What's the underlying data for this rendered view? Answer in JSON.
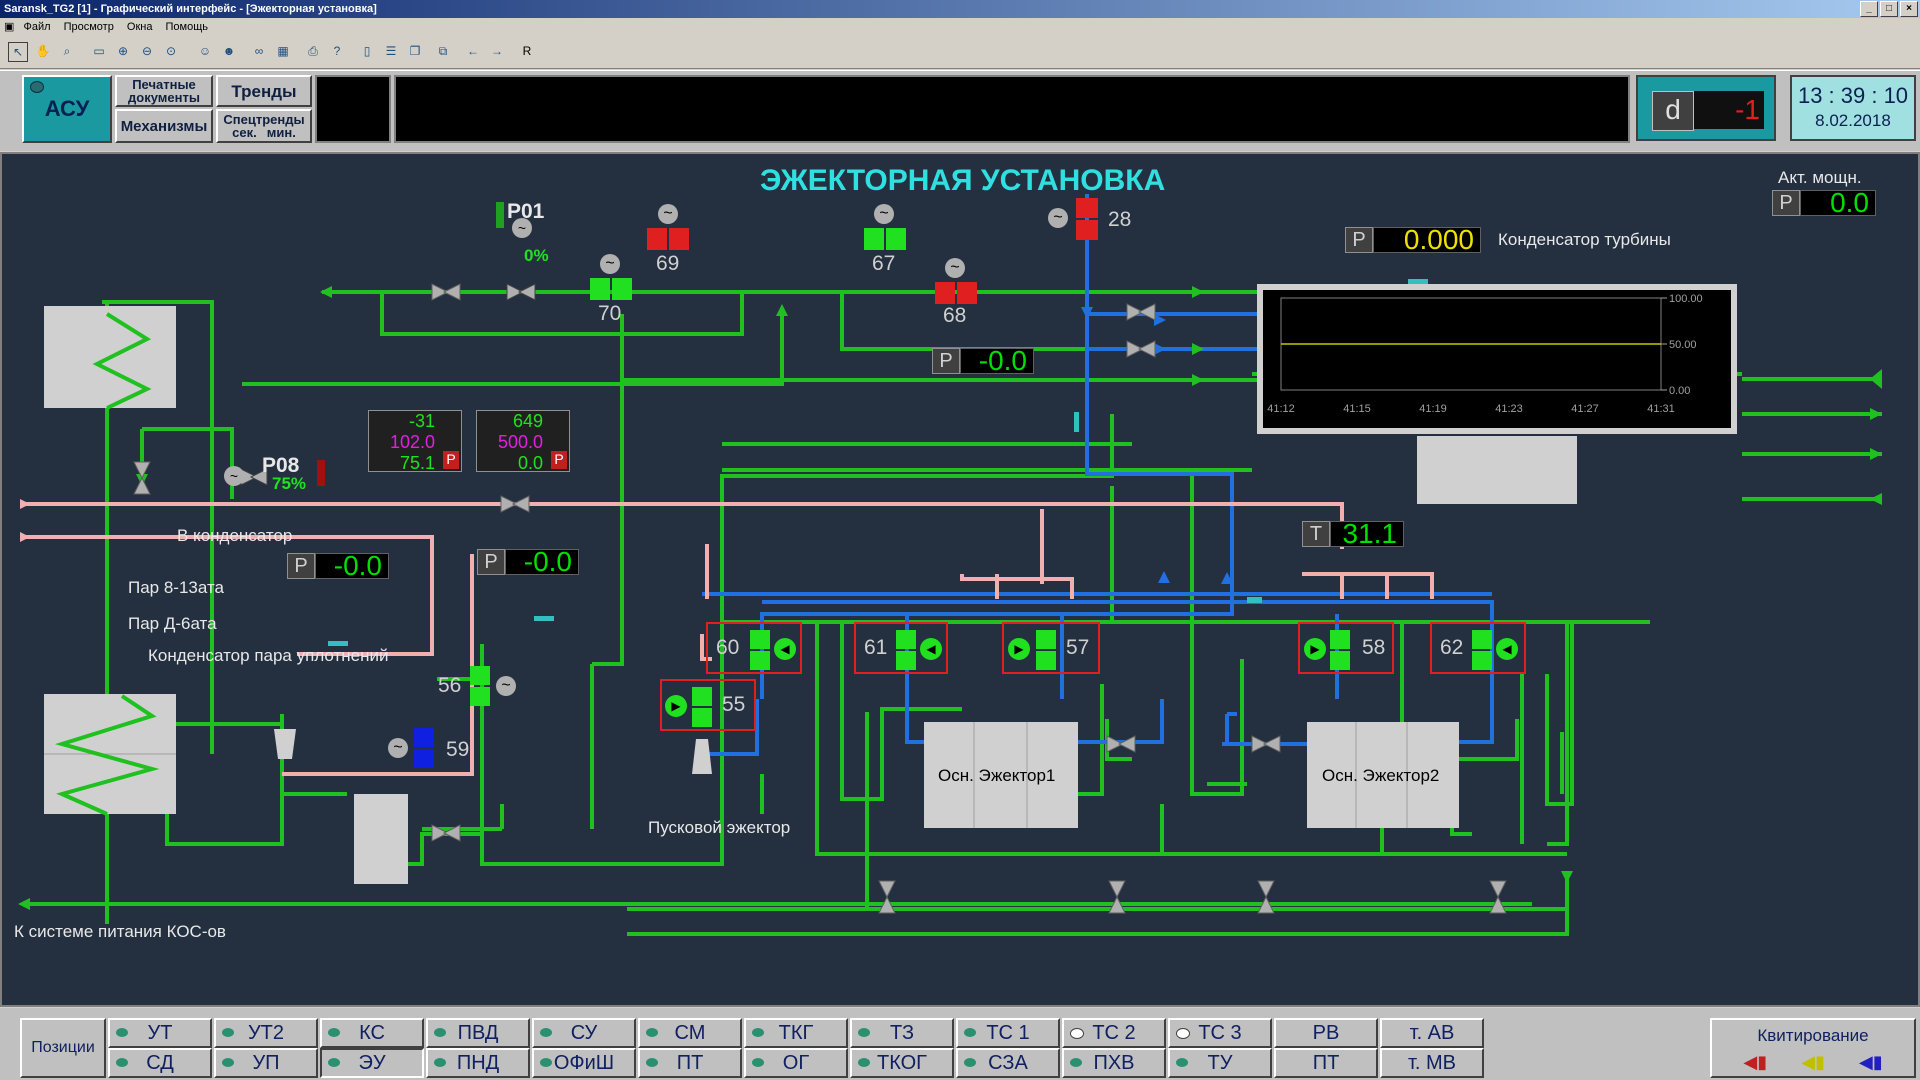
{
  "window": {
    "title": "Saransk_TG2 [1] - Графический интерфейс - [Эжекторная установка]"
  },
  "menu": [
    "Файл",
    "Просмотр",
    "Окна",
    "Помощь"
  ],
  "toolbar": {
    "r_label": "R"
  },
  "top": {
    "asu": "АСУ",
    "print_docs": "Печатные документы",
    "trends": "Тренды",
    "mechanisms": "Механизмы",
    "spec_trends": "Спецтренды",
    "sec": "сек.",
    "min": "мин.",
    "d_label": "d",
    "d_value": "-1",
    "time": "13 : 39 : 10",
    "date": "8.02.2018"
  },
  "screen": {
    "title": "ЭЖЕКТОРНАЯ УСТАНОВКА",
    "act_power_label": "Акт. мощн.",
    "act_power": "0.0",
    "condenser_label": "Конденсатор турбины",
    "condenser_p": "0.000",
    "p_mid": "-0.0",
    "p_left": "-0.0",
    "p_left2": "-0.0",
    "t_value": "31.1",
    "P01": "P01",
    "P01_pct": "0%",
    "P08": "P08",
    "P08_pct": "75%",
    "box1": [
      "-31",
      "102.0",
      "75.1"
    ],
    "box2": [
      "649",
      "500.0",
      "0.0"
    ],
    "to_condenser": "В конденсатор",
    "steam813": "Пар 8-13ата",
    "steamD6": "Пар Д-6ата",
    "seal_condenser": "Конденсатор пара уплотнений",
    "start_ejector": "Пусковой эжектор",
    "ej1": "Осн. Эжектор1",
    "ej2": "Осн. Эжектор2",
    "kos": "К системе питания КОС-ов",
    "mech": {
      "m69": "69",
      "m70": "70",
      "m67": "67",
      "m68": "68",
      "m28": "28",
      "m60": "60",
      "m61": "61",
      "m57": "57",
      "m58": "58",
      "m62": "62",
      "m55": "55",
      "m56": "56",
      "m59": "59"
    }
  },
  "chart_data": {
    "type": "line",
    "x": [
      "41:12",
      "41:15",
      "41:19",
      "41:23",
      "41:27",
      "41:31"
    ],
    "yticks": [
      "100.00",
      "50.00",
      "0.00"
    ],
    "ylim": [
      0,
      100
    ],
    "series": [
      {
        "values": [
          50,
          50,
          50,
          50,
          50,
          50
        ],
        "color": "#c8c800"
      }
    ]
  },
  "nav": {
    "positions": "Позиции",
    "row1": [
      "УТ",
      "УТ2",
      "КС",
      "ПВД",
      "СУ",
      "СМ",
      "ТКГ",
      "ТЗ",
      "ТС 1",
      "ТС 2",
      "ТС 3",
      "РВ",
      "т. АВ"
    ],
    "row2": [
      "СД",
      "УП",
      "ЭУ",
      "ПНД",
      "ОФиШ",
      "ПТ",
      "ОГ",
      "ТКОГ",
      "СЗА",
      "ПХВ",
      "ТУ",
      "ПТ",
      "т. МВ"
    ],
    "ack": "Квитирование"
  }
}
